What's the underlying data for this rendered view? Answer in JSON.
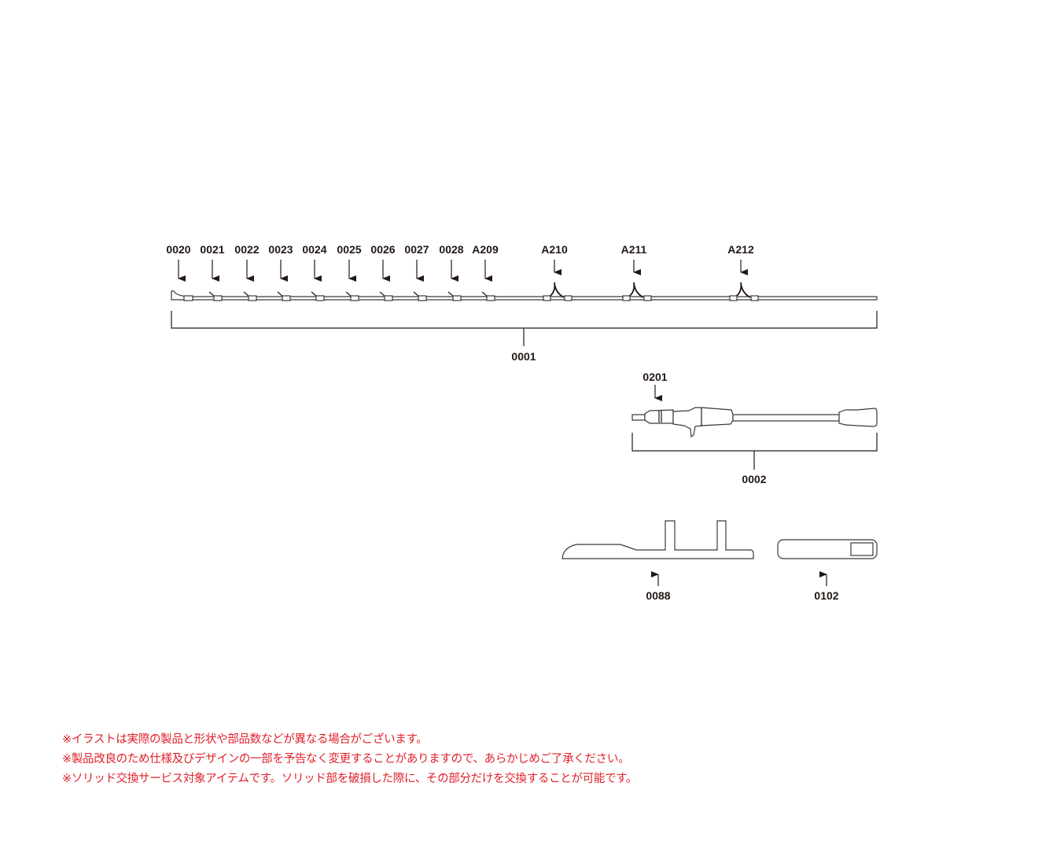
{
  "rod_tip_section": {
    "guide_labels": [
      "0020",
      "0021",
      "0022",
      "0023",
      "0024",
      "0025",
      "0026",
      "0027",
      "0028",
      "A209",
      "A210",
      "A211",
      "A212"
    ],
    "part_label": "0001"
  },
  "handle_section": {
    "fitting_label": "0201",
    "part_label": "0002"
  },
  "accessories": {
    "belt_label": "0088",
    "cap_label": "0102"
  },
  "notes": [
    "※イラストは実際の製品と形状や部品数などが異なる場合がございます。",
    "※製品改良のため仕様及びデザインの一部を予告なく変更することがありますので、あらかじめご了承ください。",
    "※ソリッド交換サービス対象アイテムです。ソリッド部を破損した際に、その部分だけを交換することが可能です。"
  ],
  "colors": {
    "note_text": "#e0202a",
    "line": "#231815"
  }
}
